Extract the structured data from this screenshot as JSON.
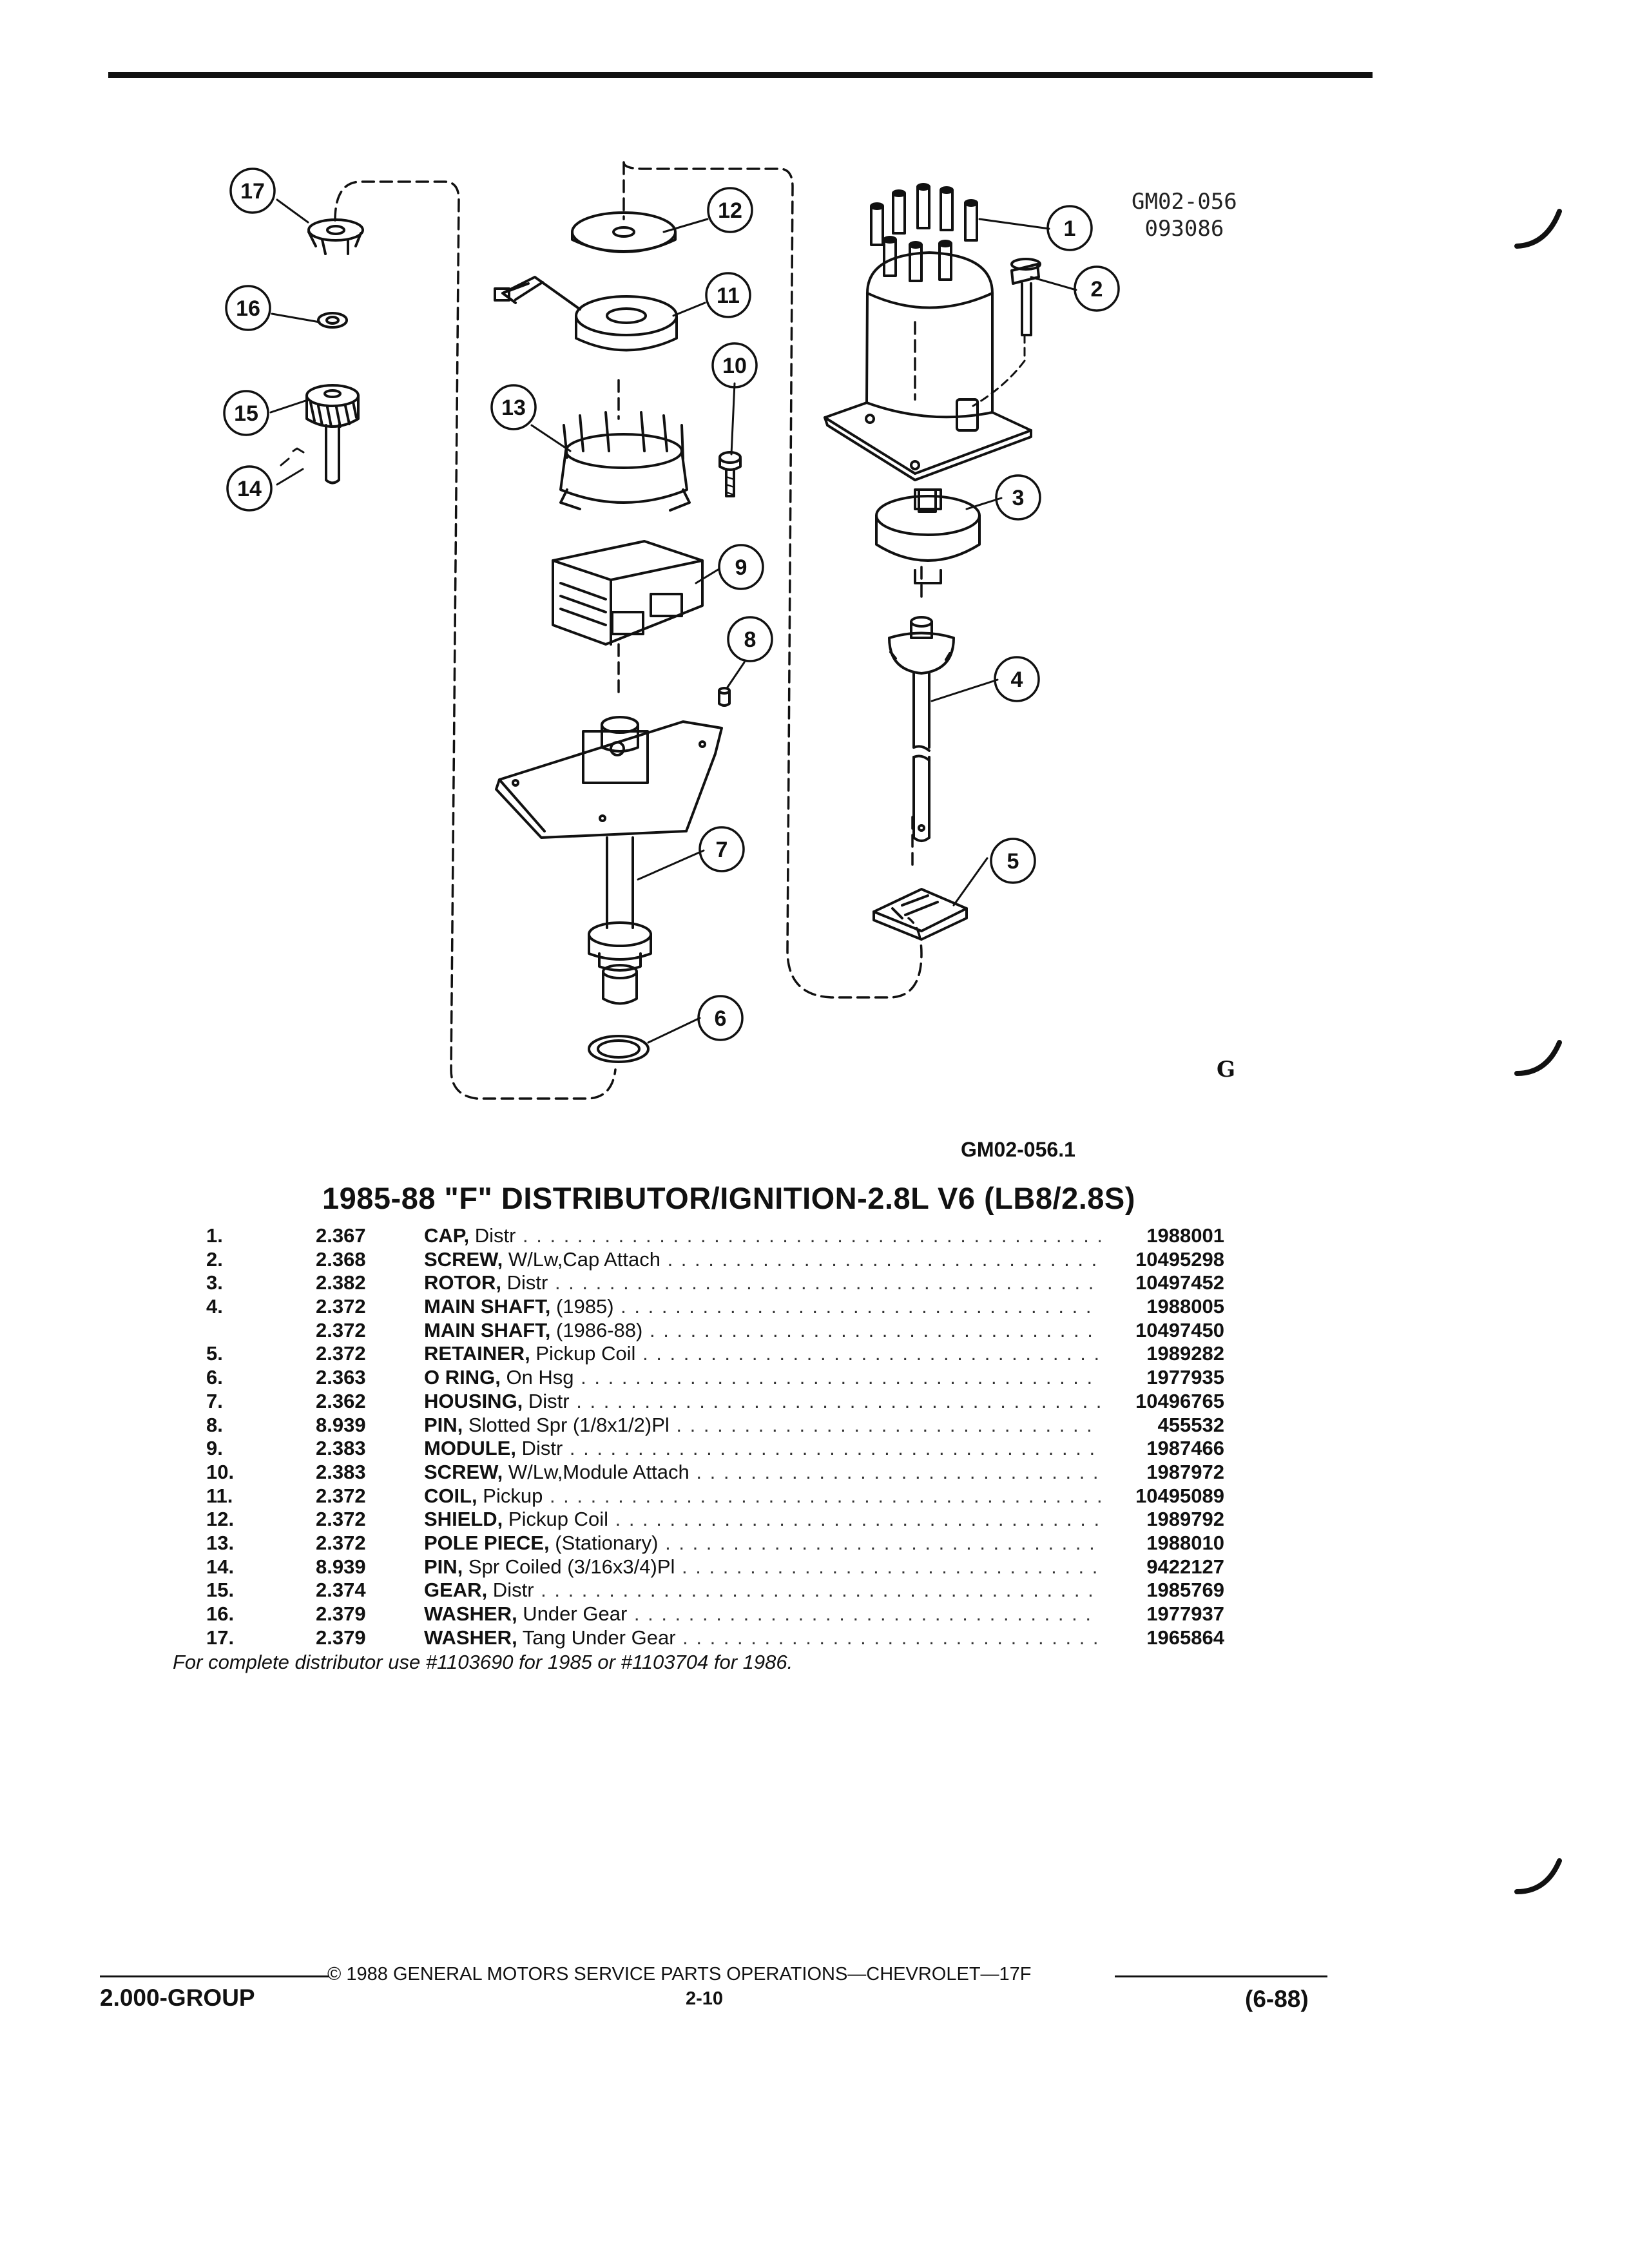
{
  "drawing": {
    "code_line1": "GM02-056",
    "code_line2": "093086",
    "figure_id": "GM02-056.1",
    "gm_mark": "G",
    "callouts": [
      "17",
      "16",
      "15",
      "14",
      "13",
      "12",
      "11",
      "10",
      "9",
      "8",
      "7",
      "6",
      "5",
      "4",
      "3",
      "2",
      "1"
    ]
  },
  "catalog": {
    "title": "1985-88 \"F\" DISTRIBUTOR/IGNITION-2.8L V6 (LB8/2.8S)",
    "parts": [
      {
        "num": "1.",
        "group": "2.367",
        "name": "CAP,",
        "detail": " Distr",
        "pn": "1988001"
      },
      {
        "num": "2.",
        "group": "2.368",
        "name": "SCREW,",
        "detail": " W/Lw,Cap Attach",
        "pn": "10495298"
      },
      {
        "num": "3.",
        "group": "2.382",
        "name": "ROTOR,",
        "detail": " Distr",
        "pn": "10497452"
      },
      {
        "num": "4.",
        "group": "2.372",
        "name": "MAIN SHAFT,",
        "detail": " (1985)",
        "pn": "1988005"
      },
      {
        "num": "",
        "group": "2.372",
        "name": "MAIN SHAFT,",
        "detail": " (1986-88)",
        "pn": "10497450"
      },
      {
        "num": "5.",
        "group": "2.372",
        "name": "RETAINER,",
        "detail": " Pickup Coil",
        "pn": "1989282"
      },
      {
        "num": "6.",
        "group": "2.363",
        "name": "O RING,",
        "detail": " On Hsg",
        "pn": "1977935"
      },
      {
        "num": "7.",
        "group": "2.362",
        "name": "HOUSING,",
        "detail": " Distr",
        "pn": "10496765"
      },
      {
        "num": "8.",
        "group": "8.939",
        "name": "PIN,",
        "detail": " Slotted Spr (1/8x1/2)Pl",
        "pn": "455532"
      },
      {
        "num": "9.",
        "group": "2.383",
        "name": "MODULE,",
        "detail": " Distr",
        "pn": "1987466"
      },
      {
        "num": "10.",
        "group": "2.383",
        "name": "SCREW,",
        "detail": " W/Lw,Module Attach",
        "pn": "1987972"
      },
      {
        "num": "11.",
        "group": "2.372",
        "name": "COIL,",
        "detail": " Pickup",
        "pn": "10495089"
      },
      {
        "num": "12.",
        "group": "2.372",
        "name": "SHIELD,",
        "detail": " Pickup Coil",
        "pn": "1989792"
      },
      {
        "num": "13.",
        "group": "2.372",
        "name": "POLE PIECE,",
        "detail": " (Stationary)",
        "pn": "1988010"
      },
      {
        "num": "14.",
        "group": "8.939",
        "name": "PIN,",
        "detail": " Spr Coiled (3/16x3/4)Pl",
        "pn": "9422127"
      },
      {
        "num": "15.",
        "group": "2.374",
        "name": "GEAR,",
        "detail": " Distr",
        "pn": "1985769"
      },
      {
        "num": "16.",
        "group": "2.379",
        "name": "WASHER,",
        "detail": " Under Gear",
        "pn": "1977937"
      },
      {
        "num": "17.",
        "group": "2.379",
        "name": "WASHER,",
        "detail": " Tang Under Gear",
        "pn": "1965864"
      }
    ],
    "note": "For complete distributor use #1103690 for 1985 or #1103704 for 1986."
  },
  "footer": {
    "copyright": "© 1988 GENERAL MOTORS SERVICE PARTS OPERATIONS—CHEVROLET—17F",
    "group": "2.000-GROUP",
    "page": "2-10",
    "date": "(6-88)"
  }
}
